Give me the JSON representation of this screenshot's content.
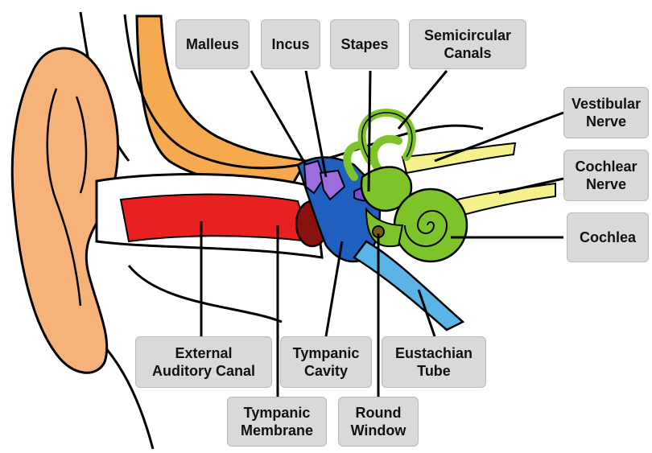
{
  "labels": {
    "malleus": "Malleus",
    "incus": "Incus",
    "stapes": "Stapes",
    "semicircular_canals": [
      "Semicircular",
      "Canals"
    ],
    "vestibular_nerve": [
      "Vestibular",
      "Nerve"
    ],
    "cochlear_nerve": [
      "Cochlear",
      "Nerve"
    ],
    "cochlea": "Cochlea",
    "external_auditory_canal": [
      "External",
      "Auditory Canal"
    ],
    "tympanic_cavity": [
      "Tympanic",
      "Cavity"
    ],
    "eustachian_tube": [
      "Eustachian",
      "Tube"
    ],
    "tympanic_membrane": [
      "Tympanic",
      "Membrane"
    ],
    "round_window": [
      "Round",
      "Window"
    ]
  },
  "colors": {
    "skin": "#f7b27a",
    "bone": "#f6a94e",
    "canal": "#e8201f",
    "eardrum": "#8b1010",
    "cavity": "#1f5fbf",
    "ossicle": "#9b6ee0",
    "inner_ear": "#7dc42a",
    "nerve": "#f4f08a",
    "eustachian": "#5ab4e6",
    "label_bg": "#d9d9d9"
  }
}
